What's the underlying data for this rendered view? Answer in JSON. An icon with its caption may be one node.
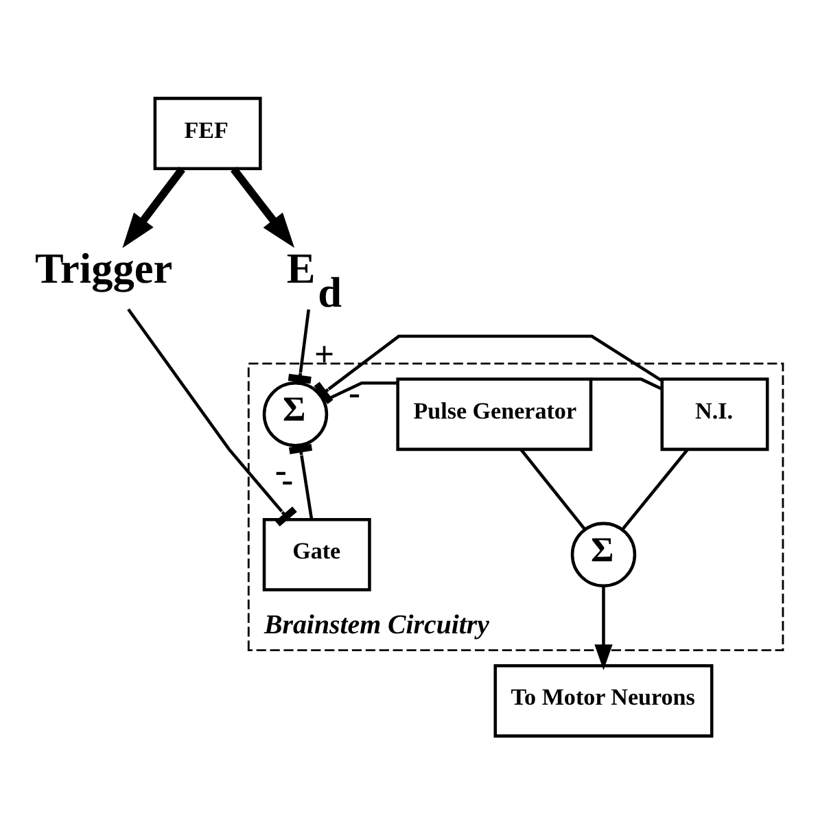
{
  "diagram": {
    "nodes": [
      {
        "text": [
          "FEF"
        ]
      },
      {
        "text": [
          "Trigger"
        ]
      },
      {
        "text": [
          "E$_{d}$"
        ]
      },
      {
        "text": [
          "Brainstem Circuitry"
        ]
      },
      {
        "text": [
          "Σ"
        ],
        "in": 3
      },
      {
        "text": [
          "Pulse Generator"
        ],
        "in": 3
      },
      {
        "text": [
          "N.I."
        ],
        "in": 3
      },
      {
        "text": [
          "Gate"
        ],
        "in": 3
      },
      {
        "text": [
          "Σ"
        ],
        "in": 3
      },
      {
        "text": [
          "To Motor Neurons"
        ]
      }
    ],
    "edges": [
      {
        "from": 0,
        "to": 1,
        "arrow": "to",
        "style": "thick"
      },
      {
        "from": 0,
        "to": 2,
        "arrow": "to",
        "style": "thick"
      },
      {
        "from": 2,
        "to": 4,
        "arrow": "other",
        "label": "+"
      },
      {
        "from": 1,
        "to": 7,
        "arrow": "other",
        "label": "-"
      },
      {
        "from": 7,
        "to": 4,
        "arrow": "other",
        "label": "-"
      },
      {
        "from": 6,
        "to": 4,
        "arrow": "other",
        "label": "-"
      },
      {
        "from": 4,
        "to": 5,
        "arrow": "none"
      },
      {
        "from": 5,
        "to": 6,
        "arrow": "none"
      },
      {
        "from": 6,
        "to": 8,
        "arrow": "none"
      },
      {
        "from": 5,
        "to": 8,
        "arrow": "none"
      },
      {
        "from": 8,
        "to": 9,
        "arrow": "to"
      }
    ]
  }
}
